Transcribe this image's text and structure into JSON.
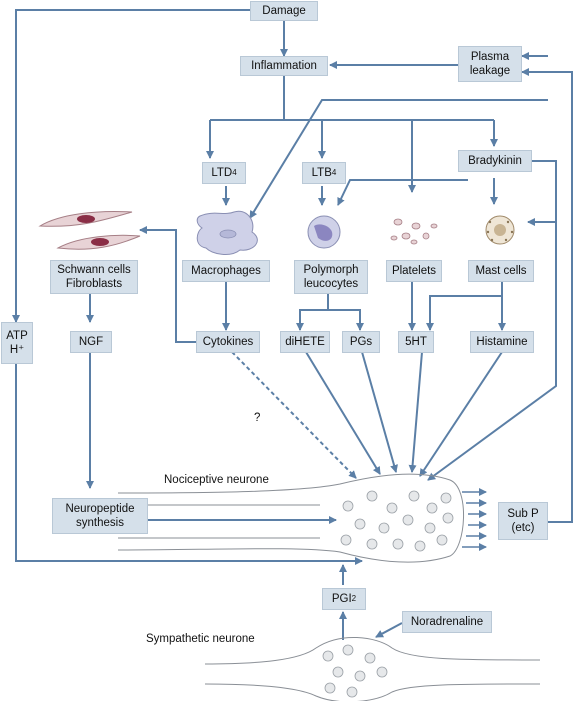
{
  "diagram": {
    "damage": "Damage",
    "inflammation": "Inflammation",
    "plasma_leakage": [
      "Plasma",
      "leakage"
    ],
    "bradykinin": "Bradykinin",
    "ltd4": {
      "base": "LTD",
      "sub": "4"
    },
    "ltb4": {
      "base": "LTB",
      "sub": "4"
    },
    "schwann": [
      "Schwann cells",
      "Fibroblasts"
    ],
    "macrophages": "Macrophages",
    "polymorph": [
      "Polymorph",
      "leucocytes"
    ],
    "platelets": "Platelets",
    "mast_cells": "Mast cells",
    "atp": [
      "ATP",
      "H⁺"
    ],
    "ngf": "NGF",
    "cytokines": "Cytokines",
    "dihete": "diHETE",
    "pgs": "PGs",
    "ht5": "5HT",
    "histamine": "Histamine",
    "question": "?",
    "nociceptive": "Nociceptive neurone",
    "neuropeptide": [
      "Neuropeptide",
      "synthesis"
    ],
    "subp": [
      "Sub P",
      "(etc)"
    ],
    "pgi2": {
      "base": "PGI",
      "sub": "2"
    },
    "noradrenaline": "Noradrenaline",
    "sympathetic": "Sympathetic neurone",
    "colors": {
      "arrow": "#5b7fa6",
      "box_fill": "#d5e0ea",
      "vesicle": "#e6e8ea",
      "cell_pink": "#e8d3d6",
      "cell_lilac": "#cfd1e8"
    }
  }
}
